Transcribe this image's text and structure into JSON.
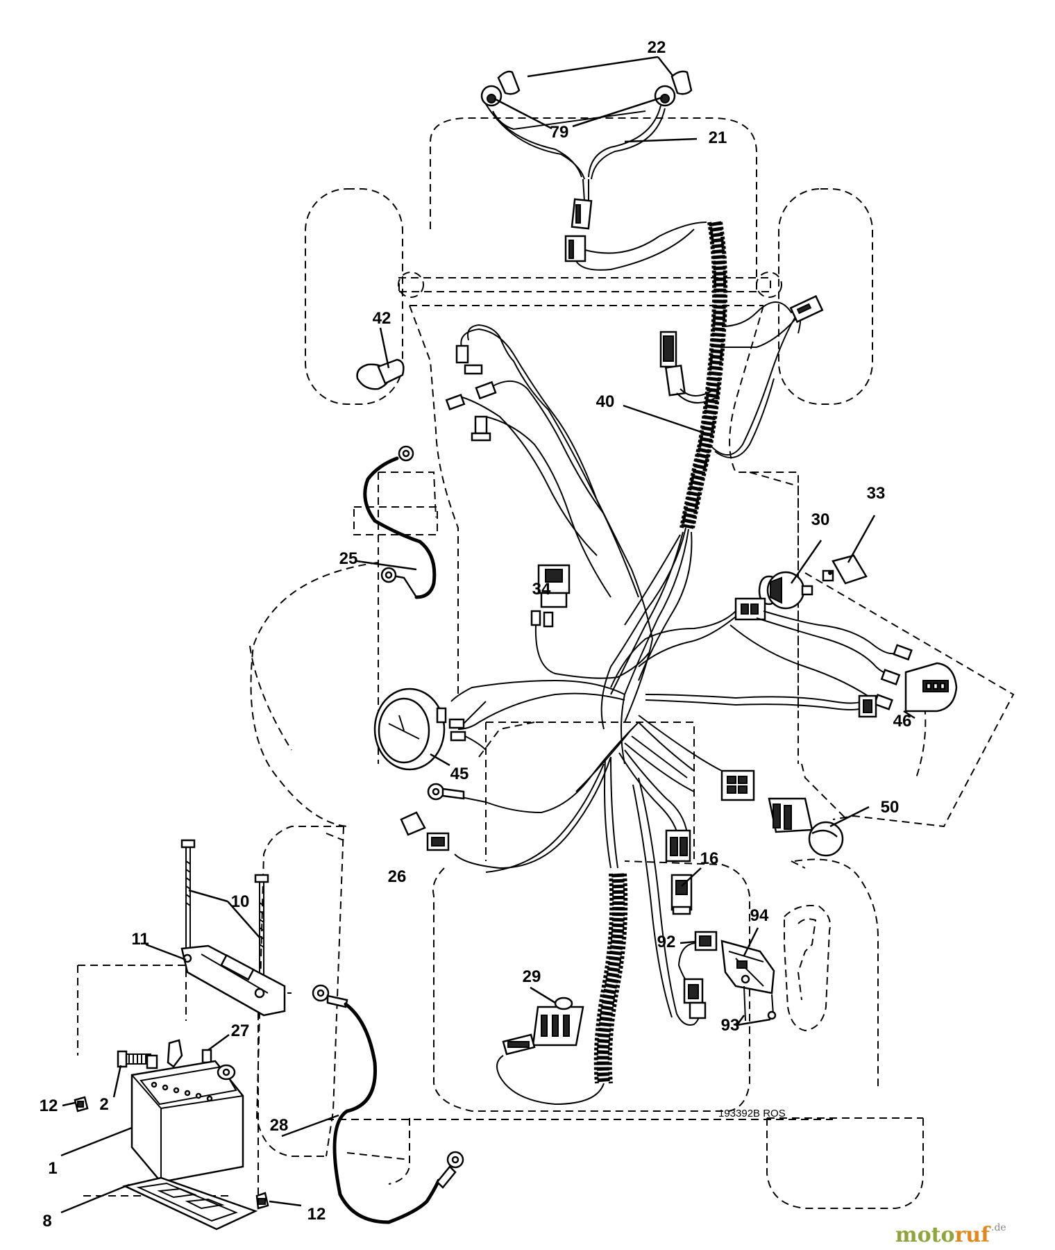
{
  "diagram": {
    "part_labels": [
      "22",
      "79",
      "21",
      "42",
      "40",
      "33",
      "30",
      "25",
      "34",
      "46",
      "45",
      "50",
      "16",
      "26",
      "10",
      "11",
      "94",
      "92",
      "29",
      "93",
      "27",
      "12",
      "2",
      "28",
      "1",
      "8"
    ],
    "reference_code": "193392B ROS",
    "watermark": {
      "part1": "moto",
      "part2": "ruf",
      "suffix": ".de"
    }
  }
}
